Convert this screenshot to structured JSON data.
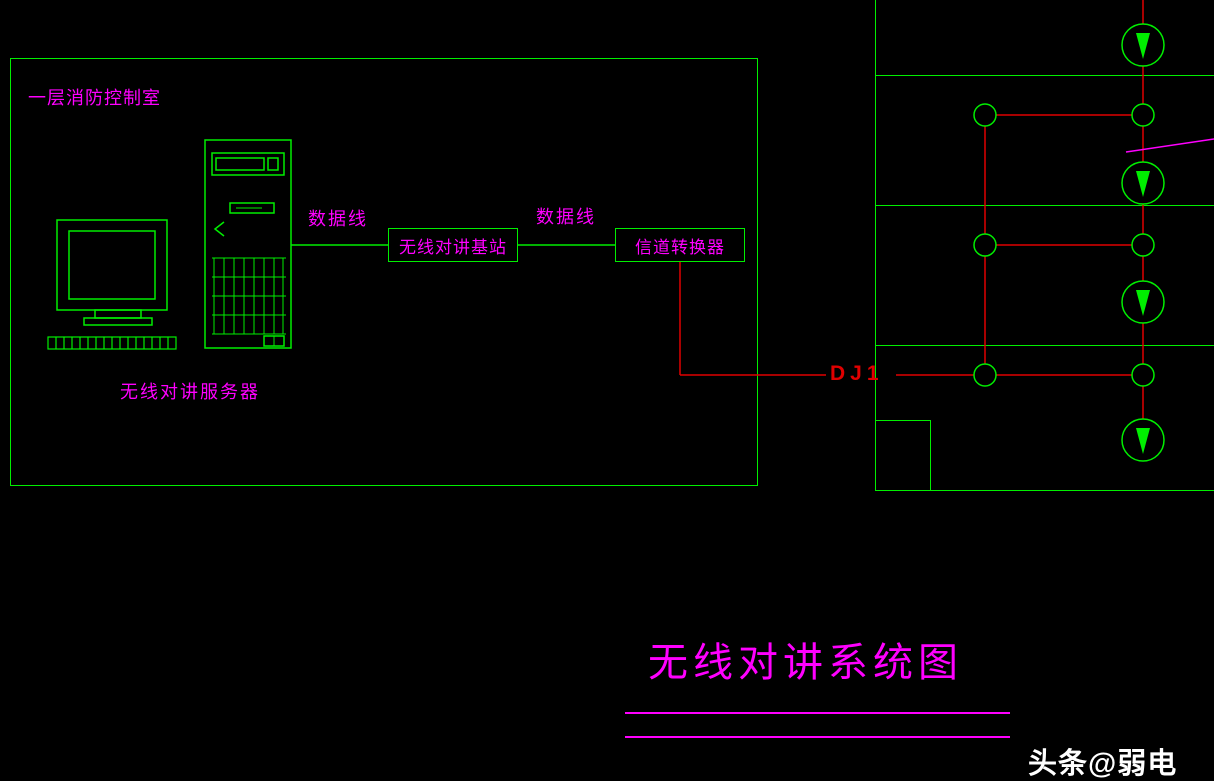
{
  "colors": {
    "background": "#000000",
    "cad_green": "#00ee00",
    "cad_magenta": "#ff00ff",
    "wire_red": "#e00000",
    "watermark_white": "#ffffff"
  },
  "room": {
    "label": "一层消防控制室"
  },
  "workstation": {
    "label": "无线对讲服务器"
  },
  "links": {
    "cable1_label": "数据线",
    "cable2_label": "数据线"
  },
  "nodes": {
    "base_station": "无线对讲基站",
    "channel_converter": "信道转换器"
  },
  "circuit": {
    "label": "DJ1"
  },
  "title": "无线对讲系统图",
  "watermark": "头条@弱电",
  "icons": {
    "speaker": "speaker-icon (circle with down triangle)",
    "junction": "junction-circle",
    "monitor": "monitor-icon",
    "keyboard": "keyboard-icon",
    "tower": "tower-server-icon"
  }
}
